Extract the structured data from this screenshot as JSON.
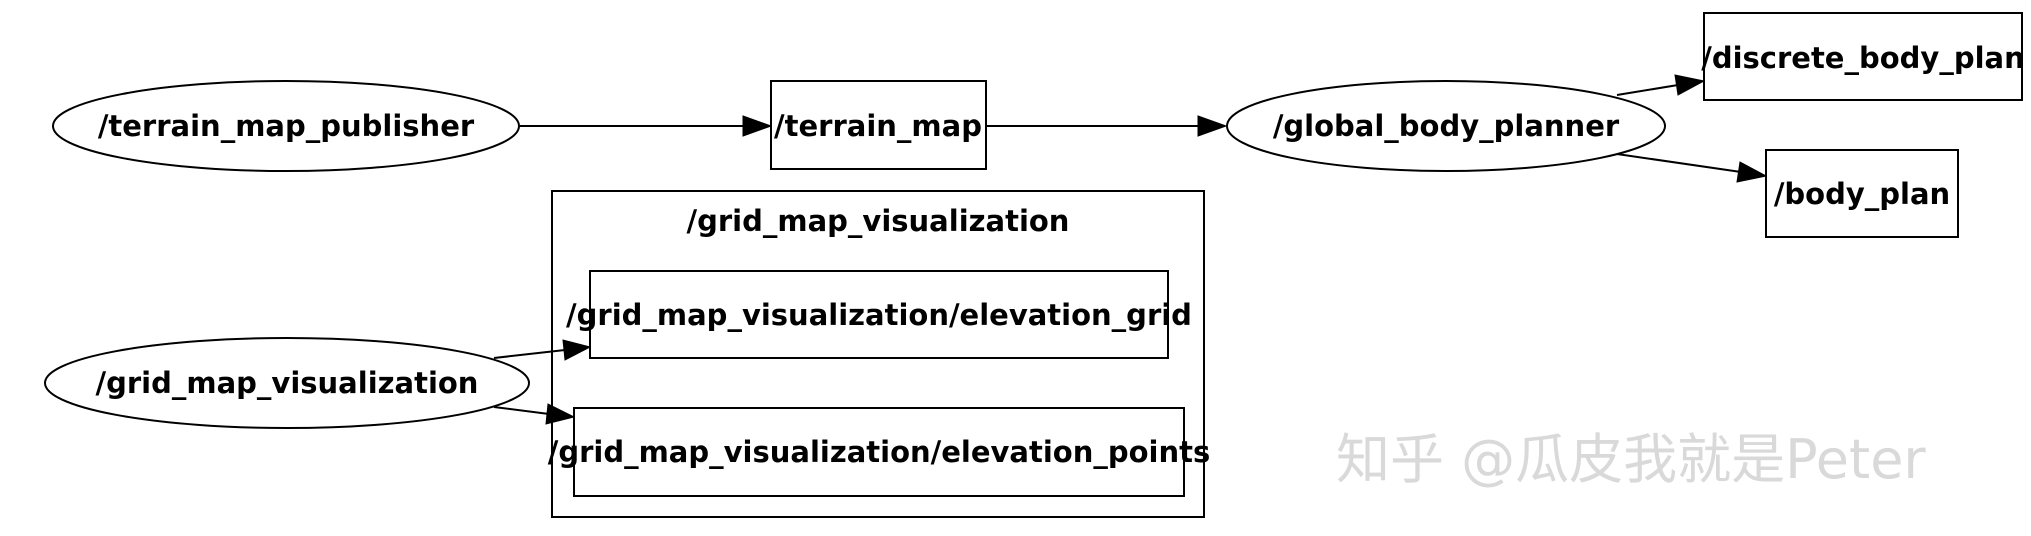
{
  "graph": {
    "nodes": {
      "terrain_map_publisher": {
        "label": "/terrain_map_publisher",
        "kind": "node"
      },
      "terrain_map": {
        "label": "/terrain_map",
        "kind": "topic"
      },
      "global_body_planner": {
        "label": "/global_body_planner",
        "kind": "node"
      },
      "discrete_body_plan": {
        "label": "/discrete_body_plan",
        "kind": "topic"
      },
      "body_plan": {
        "label": "/body_plan",
        "kind": "topic"
      },
      "grid_map_visualization_node": {
        "label": "/grid_map_visualization",
        "kind": "node"
      },
      "elevation_grid": {
        "label": "/grid_map_visualization/elevation_grid",
        "kind": "topic"
      },
      "elevation_points": {
        "label": "/grid_map_visualization/elevation_points",
        "kind": "topic"
      }
    },
    "cluster": {
      "label": "/grid_map_visualization"
    },
    "edges": [
      {
        "from": "/terrain_map_publisher",
        "to": "/terrain_map"
      },
      {
        "from": "/terrain_map",
        "to": "/global_body_planner"
      },
      {
        "from": "/global_body_planner",
        "to": "/discrete_body_plan"
      },
      {
        "from": "/global_body_planner",
        "to": "/body_plan"
      },
      {
        "from": "/grid_map_visualization",
        "to": "/grid_map_visualization/elevation_grid"
      },
      {
        "from": "/grid_map_visualization",
        "to": "/grid_map_visualization/elevation_points"
      }
    ]
  },
  "watermark": {
    "text": "知乎 @瓜皮我就是Peter"
  }
}
